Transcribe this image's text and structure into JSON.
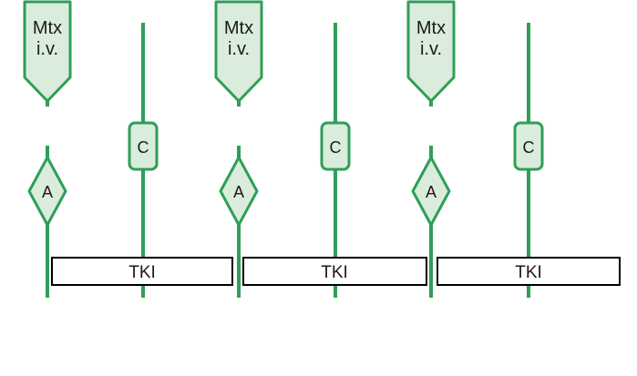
{
  "diagram": {
    "cycles": [
      {
        "mtx_label_line1": "Mtx",
        "mtx_label_line2": "i.v.",
        "drug_a_label": "A",
        "drug_c_label": "C",
        "tki_label": "TKI"
      },
      {
        "mtx_label_line1": "Mtx",
        "mtx_label_line2": "i.v.",
        "drug_a_label": "A",
        "drug_c_label": "C",
        "tki_label": "TKI"
      },
      {
        "mtx_label_line1": "Mtx",
        "mtx_label_line2": "i.v.",
        "drug_a_label": "A",
        "drug_c_label": "C",
        "tki_label": "TKI"
      }
    ],
    "colors": {
      "shape_stroke": "#2F9E58",
      "shape_fill": "#DAECDC",
      "bar_fill": "#FFFFFF",
      "bar_border": "#000000",
      "text": "#1A1A1A",
      "background": "#FFFFFF"
    }
  }
}
